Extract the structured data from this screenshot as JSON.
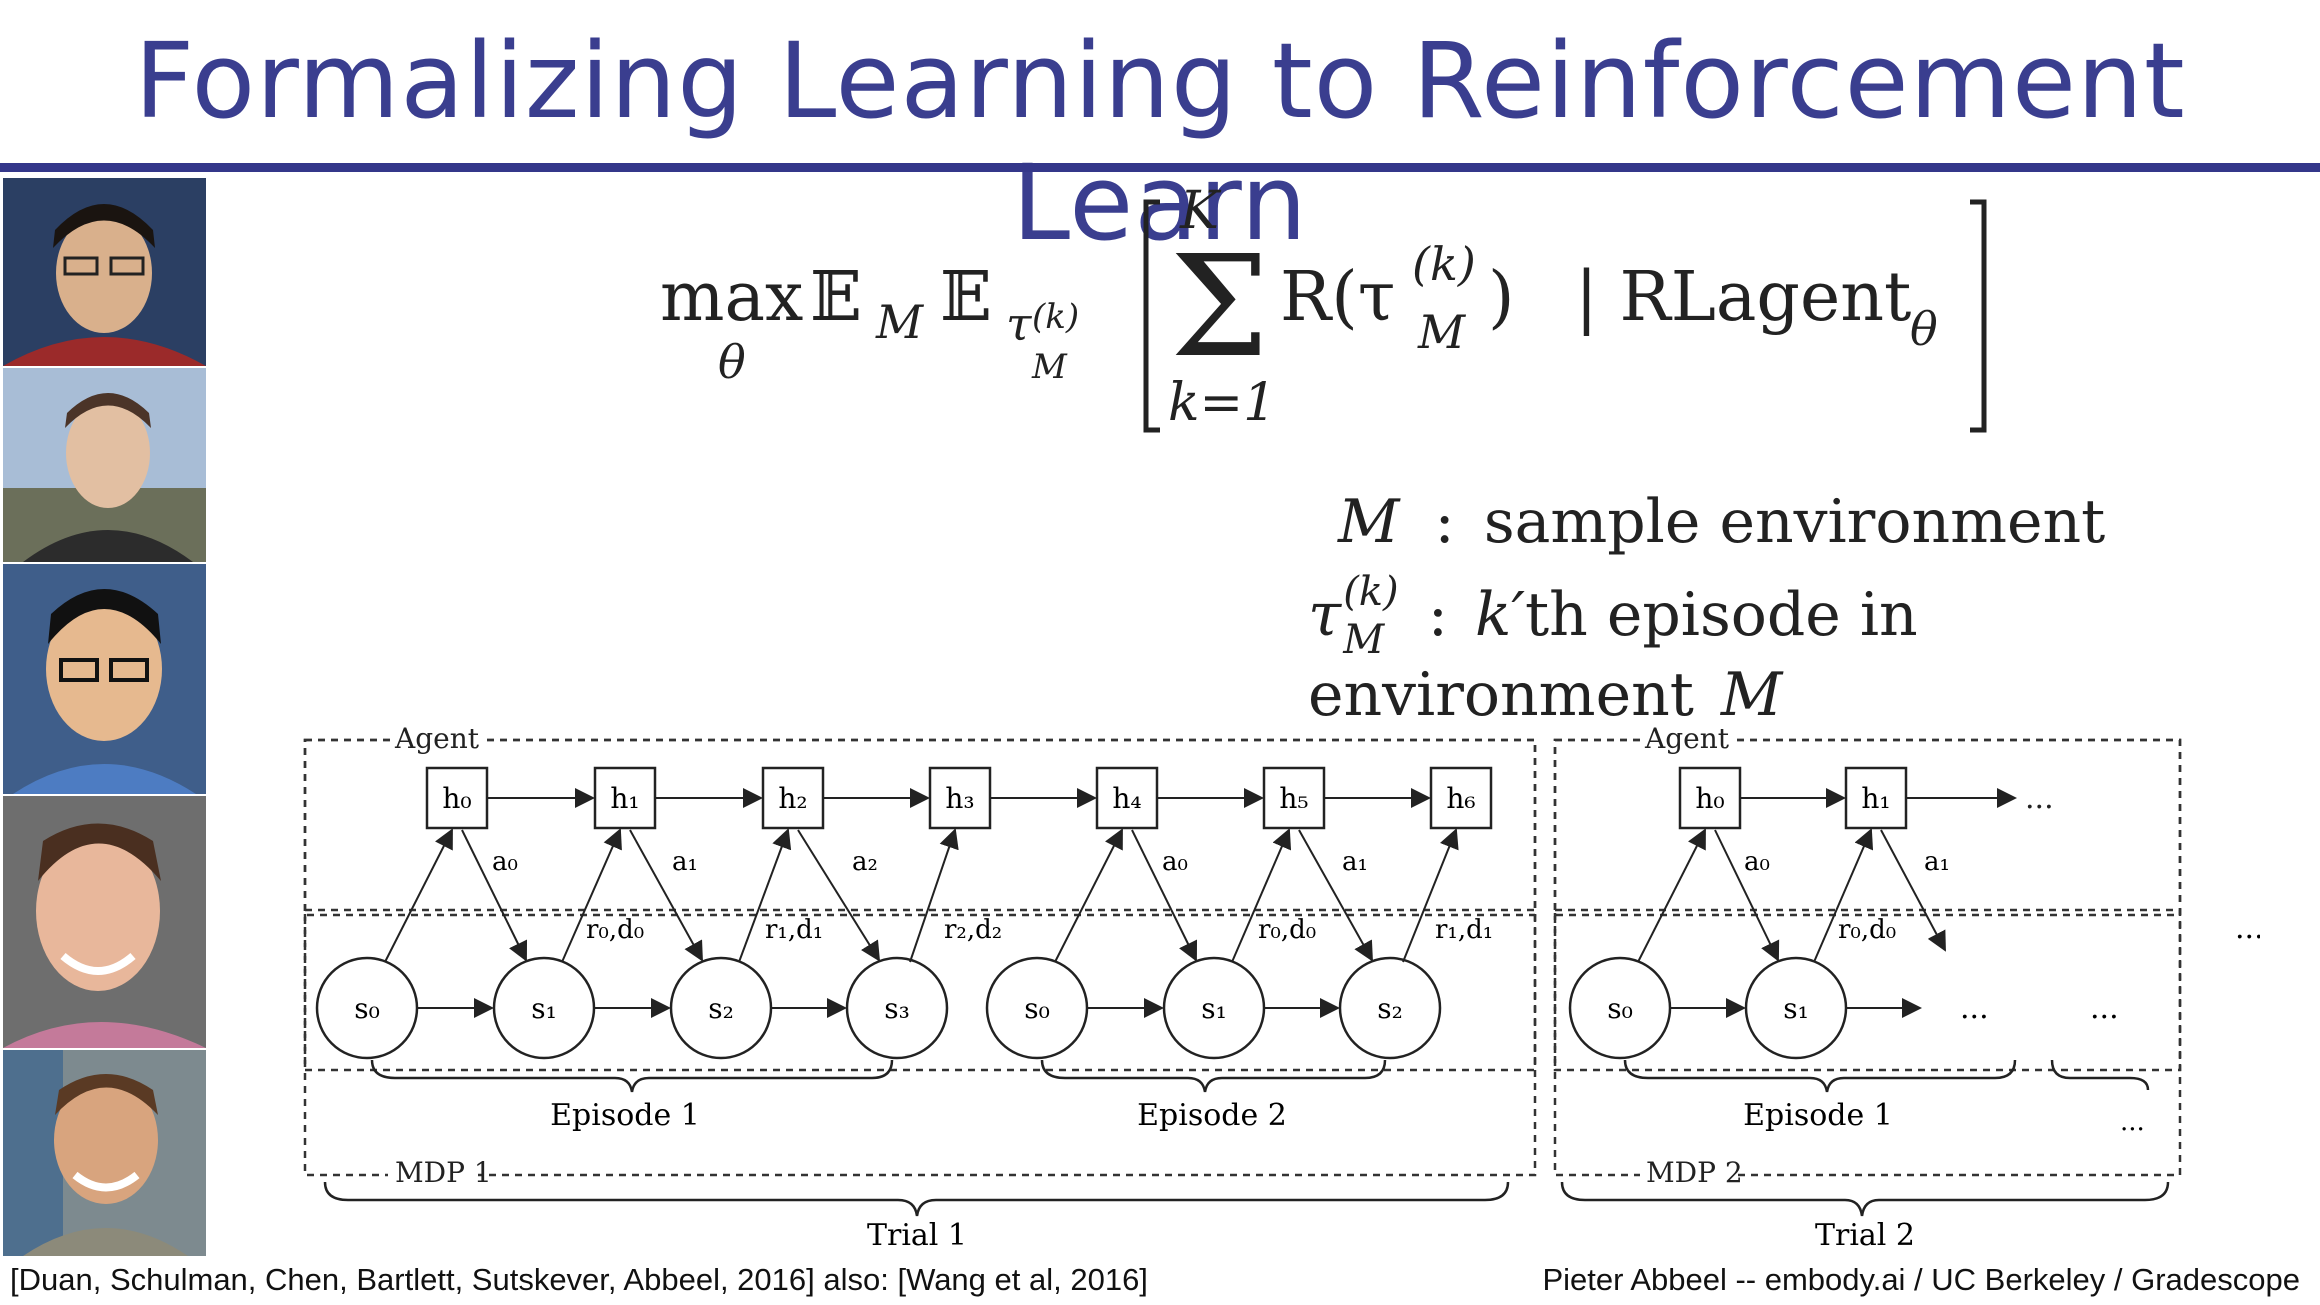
{
  "slide": {
    "title": "Formalizing Learning to Reinforcement Learn"
  },
  "equation": {
    "max_label": "max",
    "max_sub": "θ",
    "expectation_symbol": "𝔼",
    "env_sub": "M",
    "traj_sub": "τ",
    "traj_sup": "(k)",
    "sum_upper": "K",
    "sum_lower": "k=1",
    "reward_term": "R(τ",
    "reward_close": ")",
    "conditional": "| RLagent",
    "agent_sub": "θ"
  },
  "definitions": [
    {
      "symbol": "M",
      "sep": ":",
      "text": "sample environment"
    },
    {
      "symbol": "τ",
      "sup": "(k)",
      "sub": "M",
      "sep": ":",
      "text_k": "k′",
      "text": "th episode in environment",
      "tail": "M"
    }
  ],
  "diagram": {
    "agent_label": "Agent",
    "mdp1_label": "MDP 1",
    "mdp2_label": "MDP 2",
    "hidden_states_mdp1": [
      "h₀",
      "h₁",
      "h₂",
      "h₃",
      "h₄",
      "h₅",
      "h₆"
    ],
    "hidden_states_mdp2": [
      "h₀",
      "h₁"
    ],
    "actions_mdp1": [
      "a₀",
      "a₁",
      "a₂",
      "a₀",
      "a₁"
    ],
    "actions_mdp2": [
      "a₀",
      "a₁"
    ],
    "rewards_mdp1": [
      "r₀,d₀",
      "r₁,d₁",
      "r₂,d₂",
      "r₀,d₀",
      "r₁,d₁"
    ],
    "rewards_mdp2": [
      "r₀,d₀"
    ],
    "episode1_states": [
      "s₀",
      "s₁",
      "s₂",
      "s₃"
    ],
    "episode2_states": [
      "s₀",
      "s₁",
      "s₂"
    ],
    "mdp2_states": [
      "s₀",
      "s₁"
    ],
    "episode1_label": "Episode 1",
    "episode2_label": "Episode 2",
    "mdp2_episode_label": "Episode 1",
    "trial1_label": "Trial 1",
    "trial2_label": "Trial 2",
    "ellipsis": "..."
  },
  "footer": {
    "left": "[Duan, Schulman, Chen, Bartlett, Sutskever, Abbeel, 2016]  also: [Wang et al, 2016]",
    "right": "Pieter Abbeel -- embody.ai / UC Berkeley / Gradescope"
  }
}
